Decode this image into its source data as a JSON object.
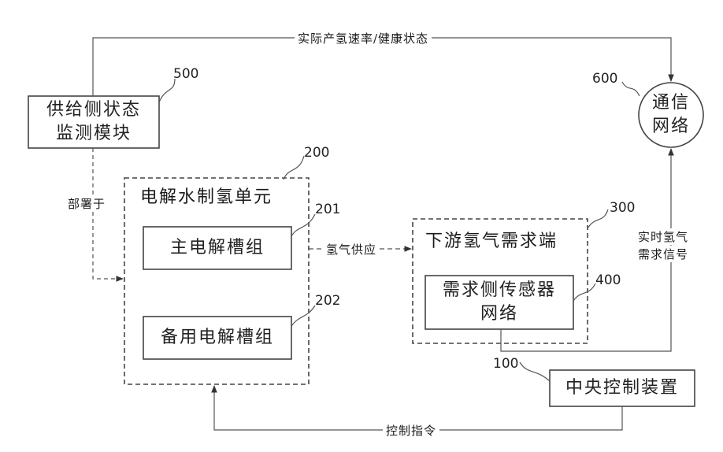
{
  "nodes": {
    "monitor": {
      "line1": "供给侧状态",
      "line2": "监测模块",
      "ref": "500"
    },
    "electrolysis_unit": {
      "title": "电解水制氢单元",
      "ref": "200"
    },
    "main_group": {
      "label": "主电解槽组",
      "ref": "201"
    },
    "backup_group": {
      "label": "备用电解槽组",
      "ref": "202"
    },
    "downstream": {
      "title": "下游氢气需求端",
      "ref": "300"
    },
    "sensor_net": {
      "line1": "需求侧传感器",
      "line2": "网络",
      "ref": "400"
    },
    "comm_net": {
      "line1": "通信",
      "line2": "网络",
      "ref": "600"
    },
    "controller": {
      "label": "中央控制装置",
      "ref": "100"
    }
  },
  "edges": {
    "top": "实际产氢速率/健康状态",
    "deploy": "部署于",
    "supply": "氢气供应",
    "signal_line1": "实时氢气",
    "signal_line2": "需求信号",
    "control": "控制指令"
  }
}
